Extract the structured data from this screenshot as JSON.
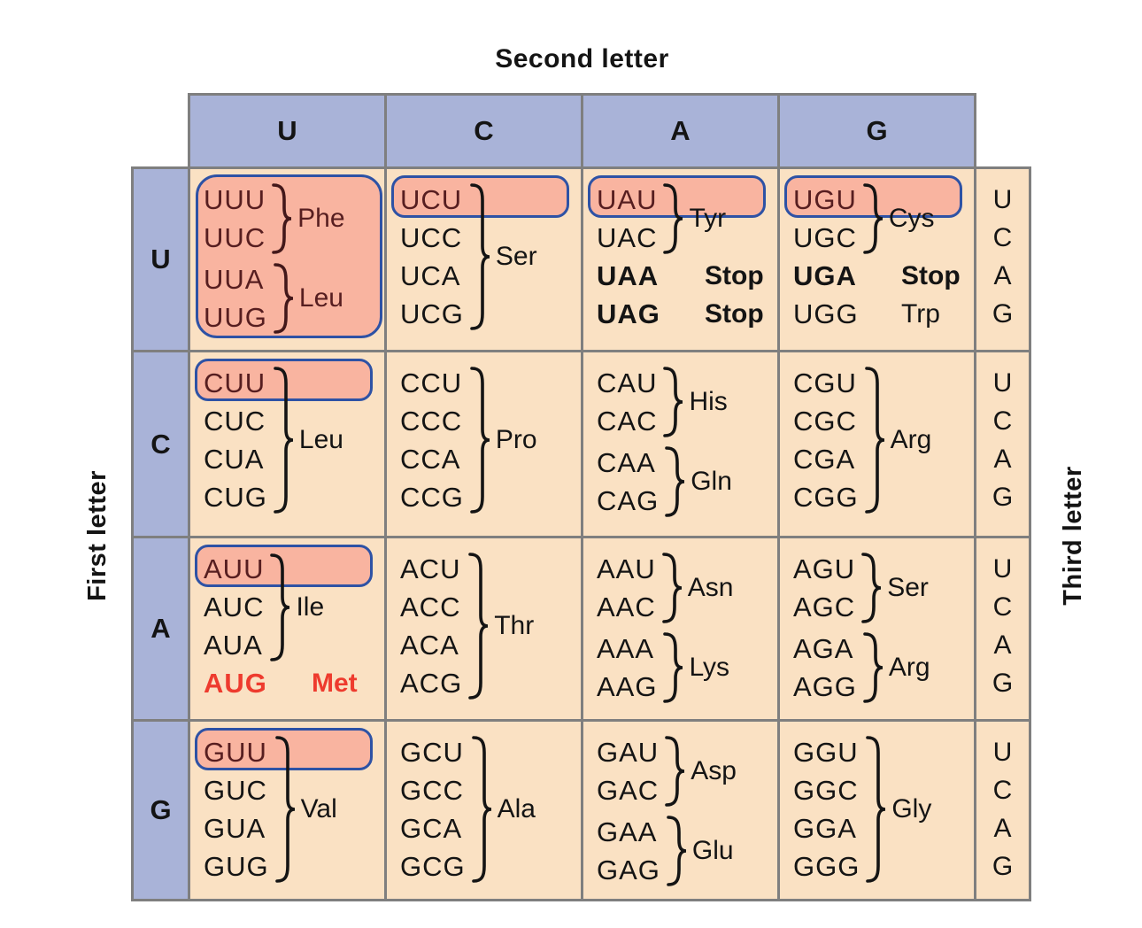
{
  "title_top": "Second letter",
  "label_left": "First letter",
  "label_right": "Third letter",
  "second_letters": [
    "U",
    "C",
    "A",
    "G"
  ],
  "first_letters": [
    "U",
    "C",
    "A",
    "G"
  ],
  "third_letters": [
    "U",
    "C",
    "A",
    "G"
  ],
  "highlighted_codons": [
    "UUU",
    "UUC",
    "UUA",
    "UUG",
    "UCU",
    "UAU",
    "UGU",
    "CUU",
    "AUU",
    "GUU"
  ],
  "start_codon": "AUG",
  "colors": {
    "header_bg": "#a9b3d8",
    "cell_bg": "#fae1c3",
    "highlight_bg": "#f9b4a0",
    "highlight_border": "#2e52a5",
    "grid_line": "#7f7f7f",
    "highlight_text": "#571e20",
    "start_codon_text": "#ee3b2e"
  },
  "cells": {
    "UU": {
      "codons": [
        "UUU",
        "UUC",
        "UUA",
        "UUG"
      ],
      "aminos": [
        "Phe",
        "Leu"
      ]
    },
    "UC": {
      "codons": [
        "UCU",
        "UCC",
        "UCA",
        "UCG"
      ],
      "aminos": [
        "Ser"
      ]
    },
    "UA": {
      "codons": [
        "UAU",
        "UAC",
        "UAA",
        "UAG"
      ],
      "aminos": [
        "Tyr",
        "Stop",
        "Stop"
      ]
    },
    "UG": {
      "codons": [
        "UGU",
        "UGC",
        "UGA",
        "UGG"
      ],
      "aminos": [
        "Cys",
        "Stop",
        "Trp"
      ]
    },
    "CU": {
      "codons": [
        "CUU",
        "CUC",
        "CUA",
        "CUG"
      ],
      "aminos": [
        "Leu"
      ]
    },
    "CC": {
      "codons": [
        "CCU",
        "CCC",
        "CCA",
        "CCG"
      ],
      "aminos": [
        "Pro"
      ]
    },
    "CA": {
      "codons": [
        "CAU",
        "CAC",
        "CAA",
        "CAG"
      ],
      "aminos": [
        "His",
        "Gln"
      ]
    },
    "CG": {
      "codons": [
        "CGU",
        "CGC",
        "CGA",
        "CGG"
      ],
      "aminos": [
        "Arg"
      ]
    },
    "AU": {
      "codons": [
        "AUU",
        "AUC",
        "AUA",
        "AUG"
      ],
      "aminos": [
        "Ile",
        "Met"
      ]
    },
    "AC": {
      "codons": [
        "ACU",
        "ACC",
        "ACA",
        "ACG"
      ],
      "aminos": [
        "Thr"
      ]
    },
    "AA": {
      "codons": [
        "AAU",
        "AAC",
        "AAA",
        "AAG"
      ],
      "aminos": [
        "Asn",
        "Lys"
      ]
    },
    "AG": {
      "codons": [
        "AGU",
        "AGC",
        "AGA",
        "AGG"
      ],
      "aminos": [
        "Ser",
        "Arg"
      ]
    },
    "GU": {
      "codons": [
        "GUU",
        "GUC",
        "GUA",
        "GUG"
      ],
      "aminos": [
        "Val"
      ]
    },
    "GC": {
      "codons": [
        "GCU",
        "GCC",
        "GCA",
        "GCG"
      ],
      "aminos": [
        "Ala"
      ]
    },
    "GA": {
      "codons": [
        "GAU",
        "GAC",
        "GAA",
        "GAG"
      ],
      "aminos": [
        "Asp",
        "Glu"
      ]
    },
    "GG": {
      "codons": [
        "GGU",
        "GGC",
        "GGA",
        "GGG"
      ],
      "aminos": [
        "Gly"
      ]
    }
  }
}
